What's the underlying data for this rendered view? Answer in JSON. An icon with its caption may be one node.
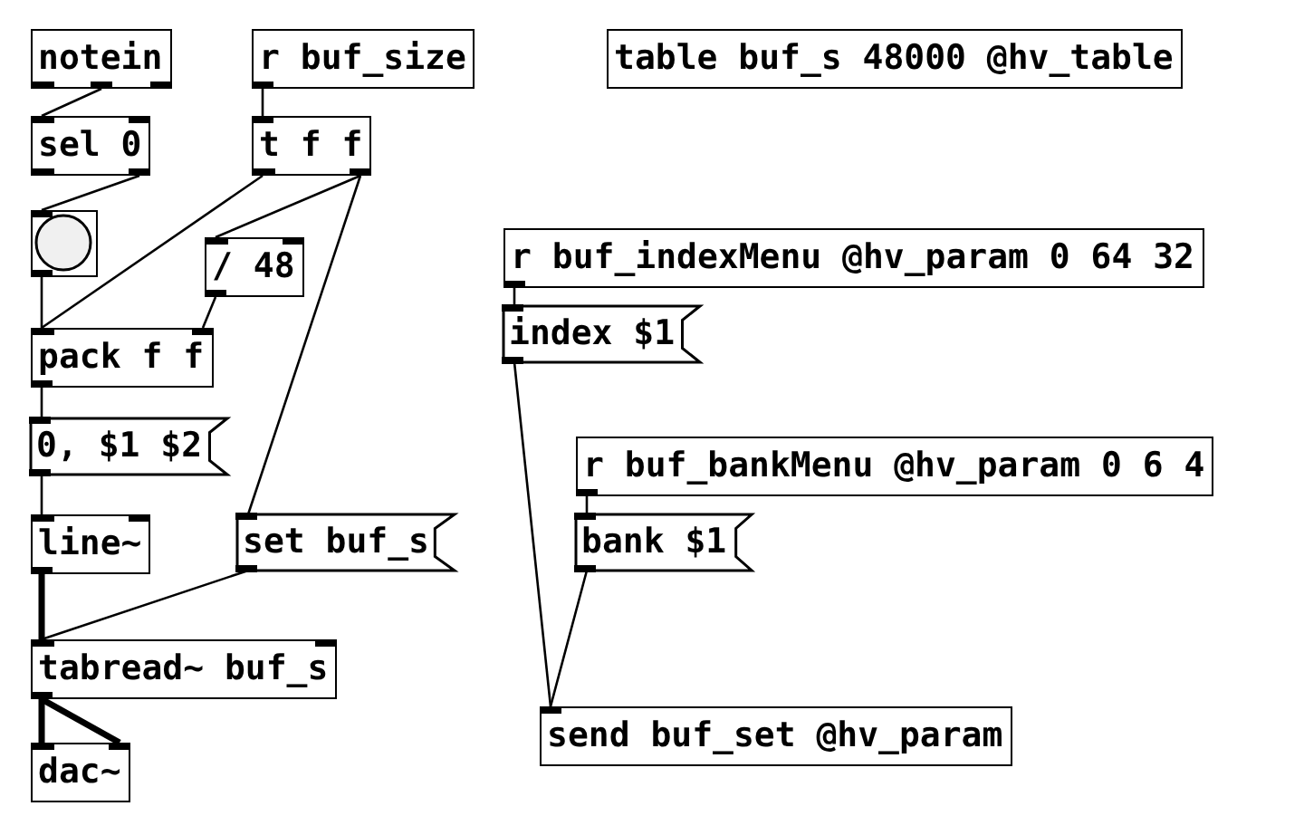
{
  "diagram": {
    "nodes": [
      {
        "text": [
          "notein"
        ]
      },
      {
        "text": [
          "r buf_size"
        ]
      },
      {
        "text": [
          "table buf_s 48000 @hv_table"
        ]
      },
      {
        "text": [
          "sel 0"
        ]
      },
      {
        "text": [
          "t f f"
        ]
      },
      {
        "text": [],
        "shape": "circle"
      },
      {
        "text": [
          "/ 48"
        ]
      },
      {
        "text": [
          "r buf_indexMenu @hv_param 0 64 32"
        ]
      },
      {
        "text": [
          "pack f f"
        ]
      },
      {
        "text": [
          "index $1"
        ]
      },
      {
        "text": [
          "0, $1 $2"
        ]
      },
      {
        "text": [
          "r buf_bankMenu @hv_param 0 6 4"
        ]
      },
      {
        "text": [
          "line~"
        ]
      },
      {
        "text": [
          "set buf_s"
        ]
      },
      {
        "text": [
          "bank $1"
        ]
      },
      {
        "text": [
          "tabread~ buf_s"
        ]
      },
      {
        "text": [
          "send buf_set @hv_param"
        ]
      },
      {
        "text": [
          "dac~"
        ]
      }
    ],
    "edges": [
      {
        "from": 0,
        "to": 3,
        "arrow": "none"
      },
      {
        "from": 3,
        "to": 5,
        "arrow": "none"
      },
      {
        "from": 1,
        "to": 4,
        "arrow": "none"
      },
      {
        "from": 4,
        "to": 8,
        "arrow": "none"
      },
      {
        "from": 4,
        "to": 6,
        "arrow": "none"
      },
      {
        "from": 4,
        "to": 13,
        "arrow": "none"
      },
      {
        "from": 5,
        "to": 8,
        "arrow": "none"
      },
      {
        "from": 6,
        "to": 8,
        "arrow": "none"
      },
      {
        "from": 8,
        "to": 10,
        "arrow": "none"
      },
      {
        "from": 10,
        "to": 12,
        "arrow": "none"
      },
      {
        "from": 12,
        "to": 15,
        "arrow": "none",
        "style": "thick"
      },
      {
        "from": 13,
        "to": 15,
        "arrow": "none"
      },
      {
        "from": 15,
        "to": 17,
        "arrow": "none",
        "style": "thick"
      },
      {
        "from": 15,
        "to": 17,
        "arrow": "none",
        "style": "thick"
      },
      {
        "from": 7,
        "to": 9,
        "arrow": "none"
      },
      {
        "from": 9,
        "to": 16,
        "arrow": "none"
      },
      {
        "from": 11,
        "to": 14,
        "arrow": "none"
      },
      {
        "from": 14,
        "to": 16,
        "arrow": "none"
      }
    ]
  }
}
